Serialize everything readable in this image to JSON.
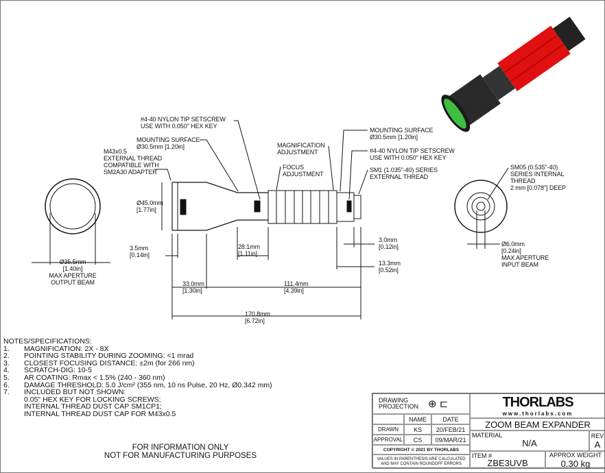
{
  "callouts": {
    "setscrew_left": [
      "#4-40 NYLON TIP SETSCREW",
      "USE WITH 0.050\" HEX KEY"
    ],
    "mount_left": [
      "MOUNTING SURFACE",
      "Ø30.5mm [1.20in]"
    ],
    "thread_left": [
      "M43x0.5",
      "EXTERNAL THREAD",
      "COMPATIBLE WITH",
      "SM2A30 ADAPTER"
    ],
    "magnification": [
      "MAGNIFICATION",
      "ADJUSTMENT"
    ],
    "focus": [
      "FOCUS",
      "ADJUSTMENT"
    ],
    "mount_right": [
      "MOUNTING SURFACE",
      "Ø30.5mm [1.20in]"
    ],
    "setscrew_right": [
      "#4-40 NYLON TIP SETSCREW",
      "USE WITH 0.050\" HEX KEY"
    ],
    "thread_right": [
      "SM1 (1.035\"-40) SERIES",
      "EXTERNAL THREAD"
    ],
    "sm05": [
      "SM05 (0.535\"-40)",
      "SERIES INTERNAL",
      "THREAD",
      "2 mm [0.078\"] DEEP"
    ],
    "output": [
      "Ø35.5mm",
      "[1.40in]",
      "MAX APERTURE",
      "OUTPUT BEAM"
    ],
    "input": [
      "Ø6.0mm",
      "[0.24in]",
      "MAX APERTURE",
      "INPUT BEAM"
    ]
  },
  "dims": {
    "d45": [
      "Ø45.0mm",
      "[1.77in]"
    ],
    "d3_5": [
      "3.5mm",
      "[0.14in]"
    ],
    "d28_1": [
      "28.1mm",
      "[1.11in]"
    ],
    "d33": [
      "33.0mm",
      "[1.30in]"
    ],
    "d111_4": [
      "111.4mm",
      "[4.39in]"
    ],
    "d170_8": [
      "170.8mm",
      "[6.72in]"
    ],
    "d3_0": [
      "3.0mm",
      "[0.12in]"
    ],
    "d13_3": [
      "13.3mm",
      "[0.52in]"
    ]
  },
  "notes": {
    "title": "NOTES/SPECIFICATIONS:",
    "items": [
      [
        "1.",
        "MAGNIFICATION: 2X - 8X"
      ],
      [
        "2.",
        "POINTING STABILITY DURING ZOOMING: <1 mrad"
      ],
      [
        "3.",
        "CLOSEST FOCUSING DISTANCE: ±2m (for 266 nm)"
      ],
      [
        "4.",
        "SCRATCH-DIG: 10-5"
      ],
      [
        "5.",
        "AR COATING: Rmax < 1.5% (240 - 360 nm)"
      ],
      [
        "6.",
        "DAMAGE THRESHOLD: 5.0 J/cm² (355 nm, 10 ns Pulse, 20 Hz, Ø0.342 mm)"
      ],
      [
        "7.",
        "INCLUDED BUT NOT SHOWN:"
      ],
      [
        "",
        "0.05\" HEX KEY FOR LOCKING SCREWS;"
      ],
      [
        "",
        "INTERNAL THREAD DUST CAP SM1CP1;"
      ],
      [
        "",
        "INTERNAL THREAD DUST CAP FOR M43x0.5"
      ]
    ]
  },
  "disclaimer": [
    "FOR INFORMATION ONLY",
    "NOT FOR MANUFACTURING PURPOSES"
  ],
  "titleblock": {
    "projection": "DRAWING\nPROJECTION",
    "name_h": "NAME",
    "date_h": "DATE",
    "drawn": "DRAWN",
    "drawn_name": "KS",
    "drawn_date": "20/FEB/21",
    "approval": "APPROVAL",
    "approval_name": "CS",
    "approval_date": "09/MAR/21",
    "copyright": "COPYRIGHT © 2021 BY THORLABS",
    "values_note": "VALUES IN PARENTHESIS ARE CALCULATED\nAND MAY CONTAIN ROUNDOFF ERRORS",
    "logo": "THORLABS",
    "url": "www.thorlabs.com",
    "title": "ZOOM BEAM EXPANDER",
    "material_h": "MATERIAL",
    "material": "N/A",
    "rev_h": "REV",
    "rev": "A",
    "item_h": "ITEM #",
    "item": "ZBE3UVB",
    "weight_h": "APPROX WEIGHT",
    "weight": "0.30 kg"
  },
  "colors": {
    "red": "#e01010",
    "green": "#3fbf3f",
    "body": "#2a2a2a"
  }
}
